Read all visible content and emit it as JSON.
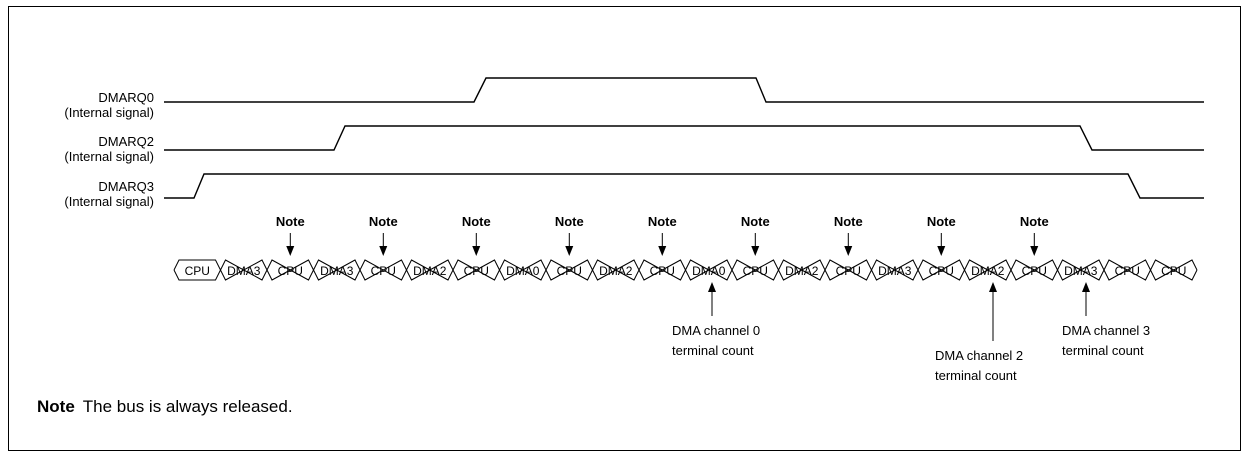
{
  "signals": [
    {
      "name": "DMARQ0",
      "sub": "(Internal signal)"
    },
    {
      "name": "DMARQ2",
      "sub": "(Internal signal)"
    },
    {
      "name": "DMARQ3",
      "sub": "(Internal signal)"
    }
  ],
  "bus_cycles": [
    "CPU",
    "DMA3",
    "CPU",
    "DMA3",
    "CPU",
    "DMA2",
    "CPU",
    "DMA0",
    "CPU",
    "DMA2",
    "CPU",
    "DMA0",
    "CPU",
    "DMA2",
    "CPU",
    "DMA3",
    "CPU",
    "DMA2",
    "CPU",
    "DMA3",
    "CPU",
    "CPU"
  ],
  "note_label": "Note",
  "note_count": 9,
  "terminal_counts": [
    {
      "line1": "DMA channel 0",
      "line2": "terminal count"
    },
    {
      "line1": "DMA channel 2",
      "line2": "terminal count"
    },
    {
      "line1": "DMA channel 3",
      "line2": "terminal count"
    }
  ],
  "footnote": {
    "label": "Note",
    "text": "The bus is always released."
  }
}
